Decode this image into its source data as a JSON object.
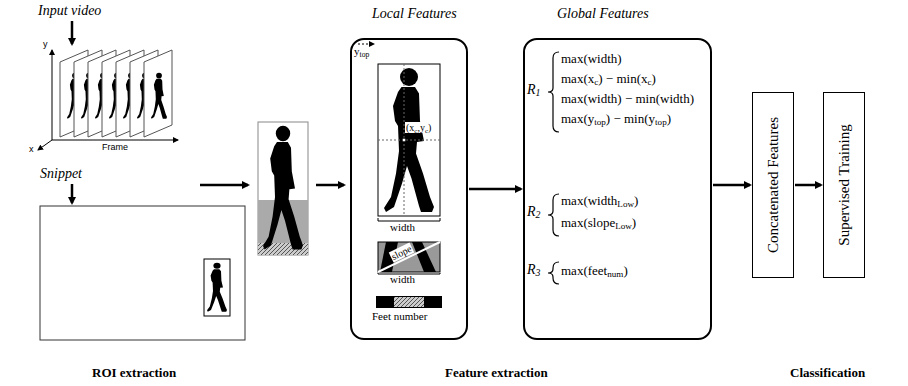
{
  "diagram": {
    "nodes": [
      {
        "text": [
          "Local Features",
          "ytop",
          "(xc,yc)",
          "width",
          "slope",
          "width",
          "Feet number"
        ]
      },
      {
        "text": [
          "Global Features",
          "R1",
          "max(width)",
          "max(xc) − min(xc)",
          "max(width) − min(width)",
          "max(ytop) − min(ytop)",
          "R2",
          "max(widthLow)",
          "max(slopeLow)",
          "R3",
          "max(feetnum)"
        ]
      },
      {
        "text": [
          "Concatenated Features"
        ]
      },
      {
        "text": [
          "Supervised Training"
        ]
      }
    ],
    "edges": [
      {
        "from": 0,
        "to": 1,
        "arrow": "to"
      },
      {
        "from": 1,
        "to": 2,
        "arrow": "to"
      },
      {
        "from": 2,
        "to": 3,
        "arrow": "to"
      }
    ],
    "labels": [
      "Input video",
      "y",
      "x",
      "Frame",
      "Snippet",
      "ROI extraction",
      "Feature extraction",
      "Classification"
    ]
  }
}
